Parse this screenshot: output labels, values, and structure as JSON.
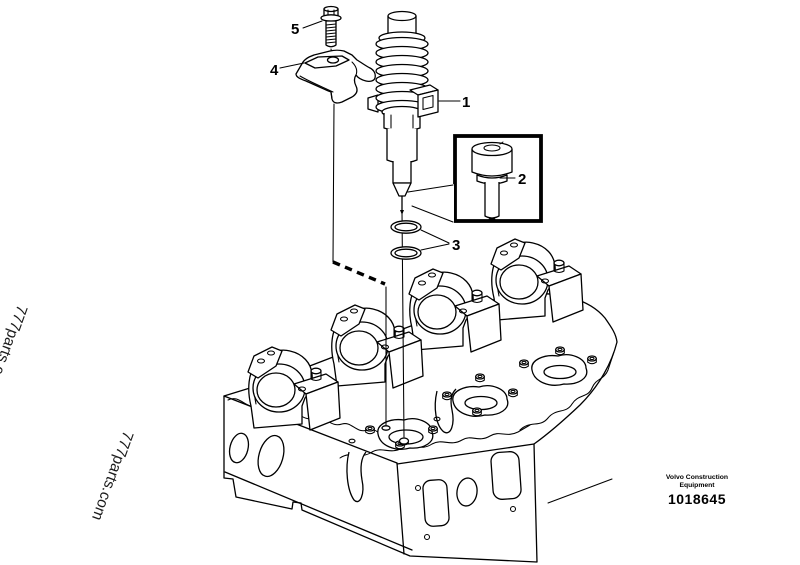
{
  "drawing": {
    "callouts": [
      {
        "label": "1"
      },
      {
        "label": "2"
      },
      {
        "label": "3"
      },
      {
        "label": "4"
      },
      {
        "label": "5"
      }
    ],
    "watermark": {
      "text": "777parts.com",
      "color": "#1b1b1b"
    },
    "footer": {
      "brand_line1": "Volvo Construction",
      "brand_line2": "Equipment",
      "part_number": "1018645"
    },
    "colors": {
      "ink": "#000000",
      "paper": "#ffffff"
    }
  }
}
